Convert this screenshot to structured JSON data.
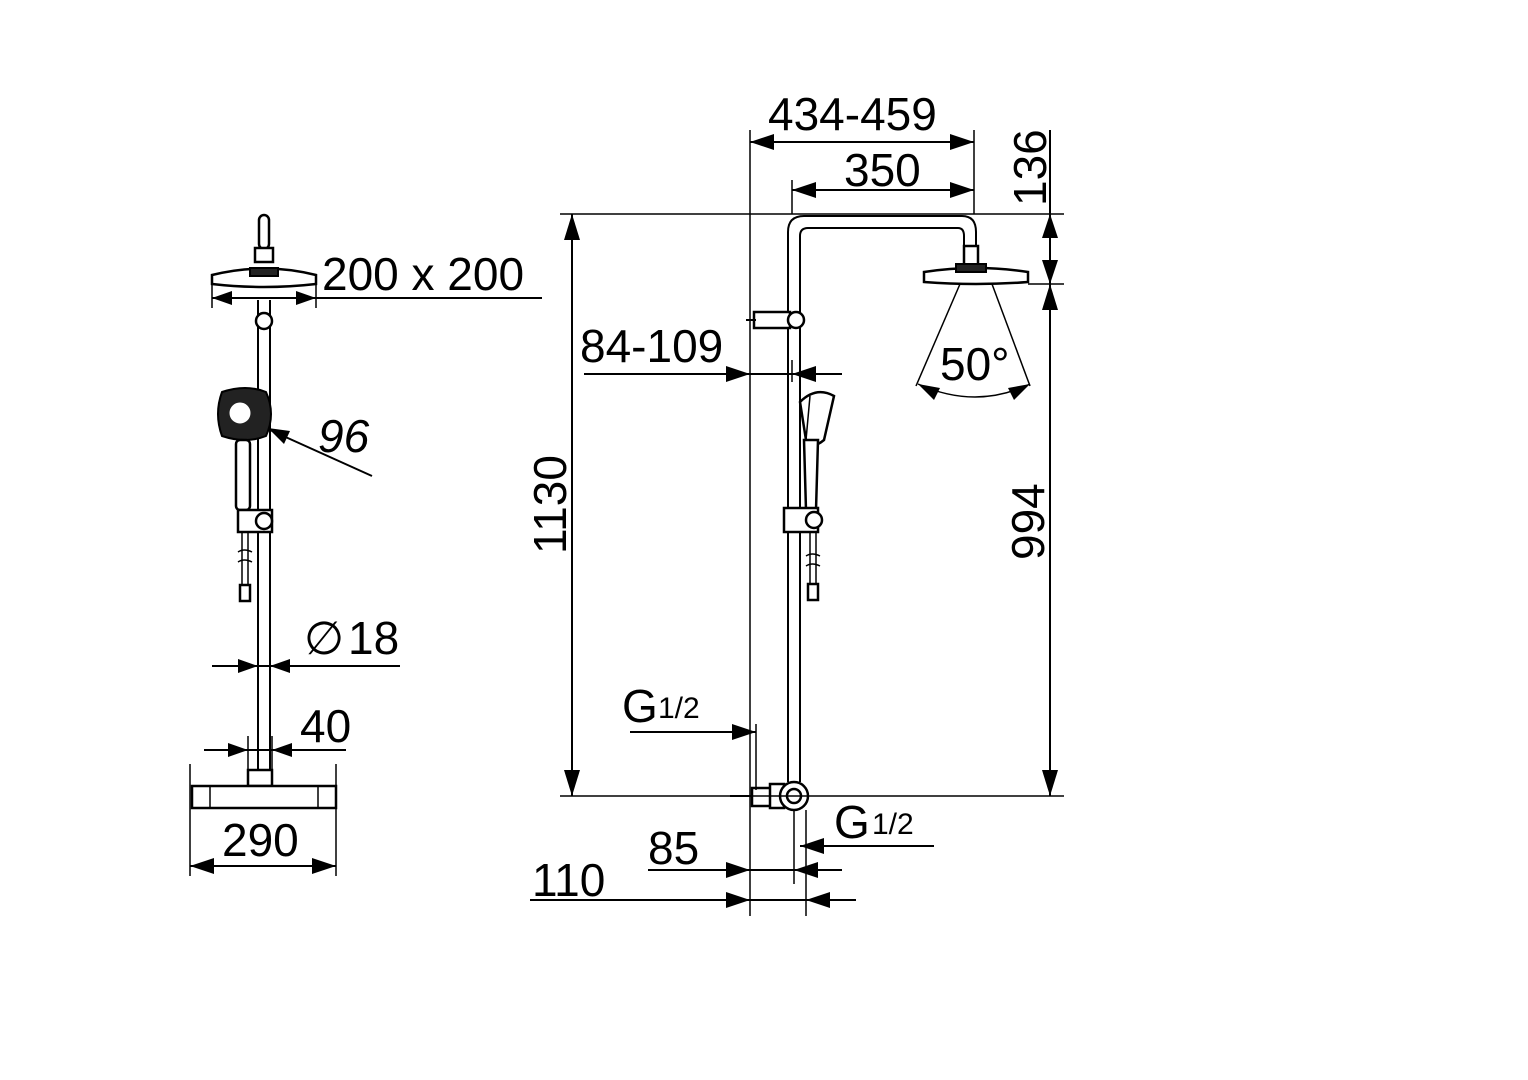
{
  "diagram": {
    "front_view": {
      "head_size": "200 x 200",
      "hand_shower": "96",
      "pipe_diameter_symbol": "∅",
      "pipe_diameter": "18",
      "rail_width": "40",
      "thermostat_width": "290"
    },
    "side_view": {
      "arm_reach": "434-459",
      "arm_length": "350",
      "head_offset": "136",
      "wall_distance": "84-109",
      "spray_angle": "50°",
      "total_height": "1130",
      "head_height": "994",
      "inlet_upper_g": "G",
      "inlet_upper_fraction": "1/2",
      "inlet_lower_g": "G",
      "inlet_lower_fraction": "1/2",
      "depth_inner": "85",
      "depth_outer": "110"
    }
  }
}
